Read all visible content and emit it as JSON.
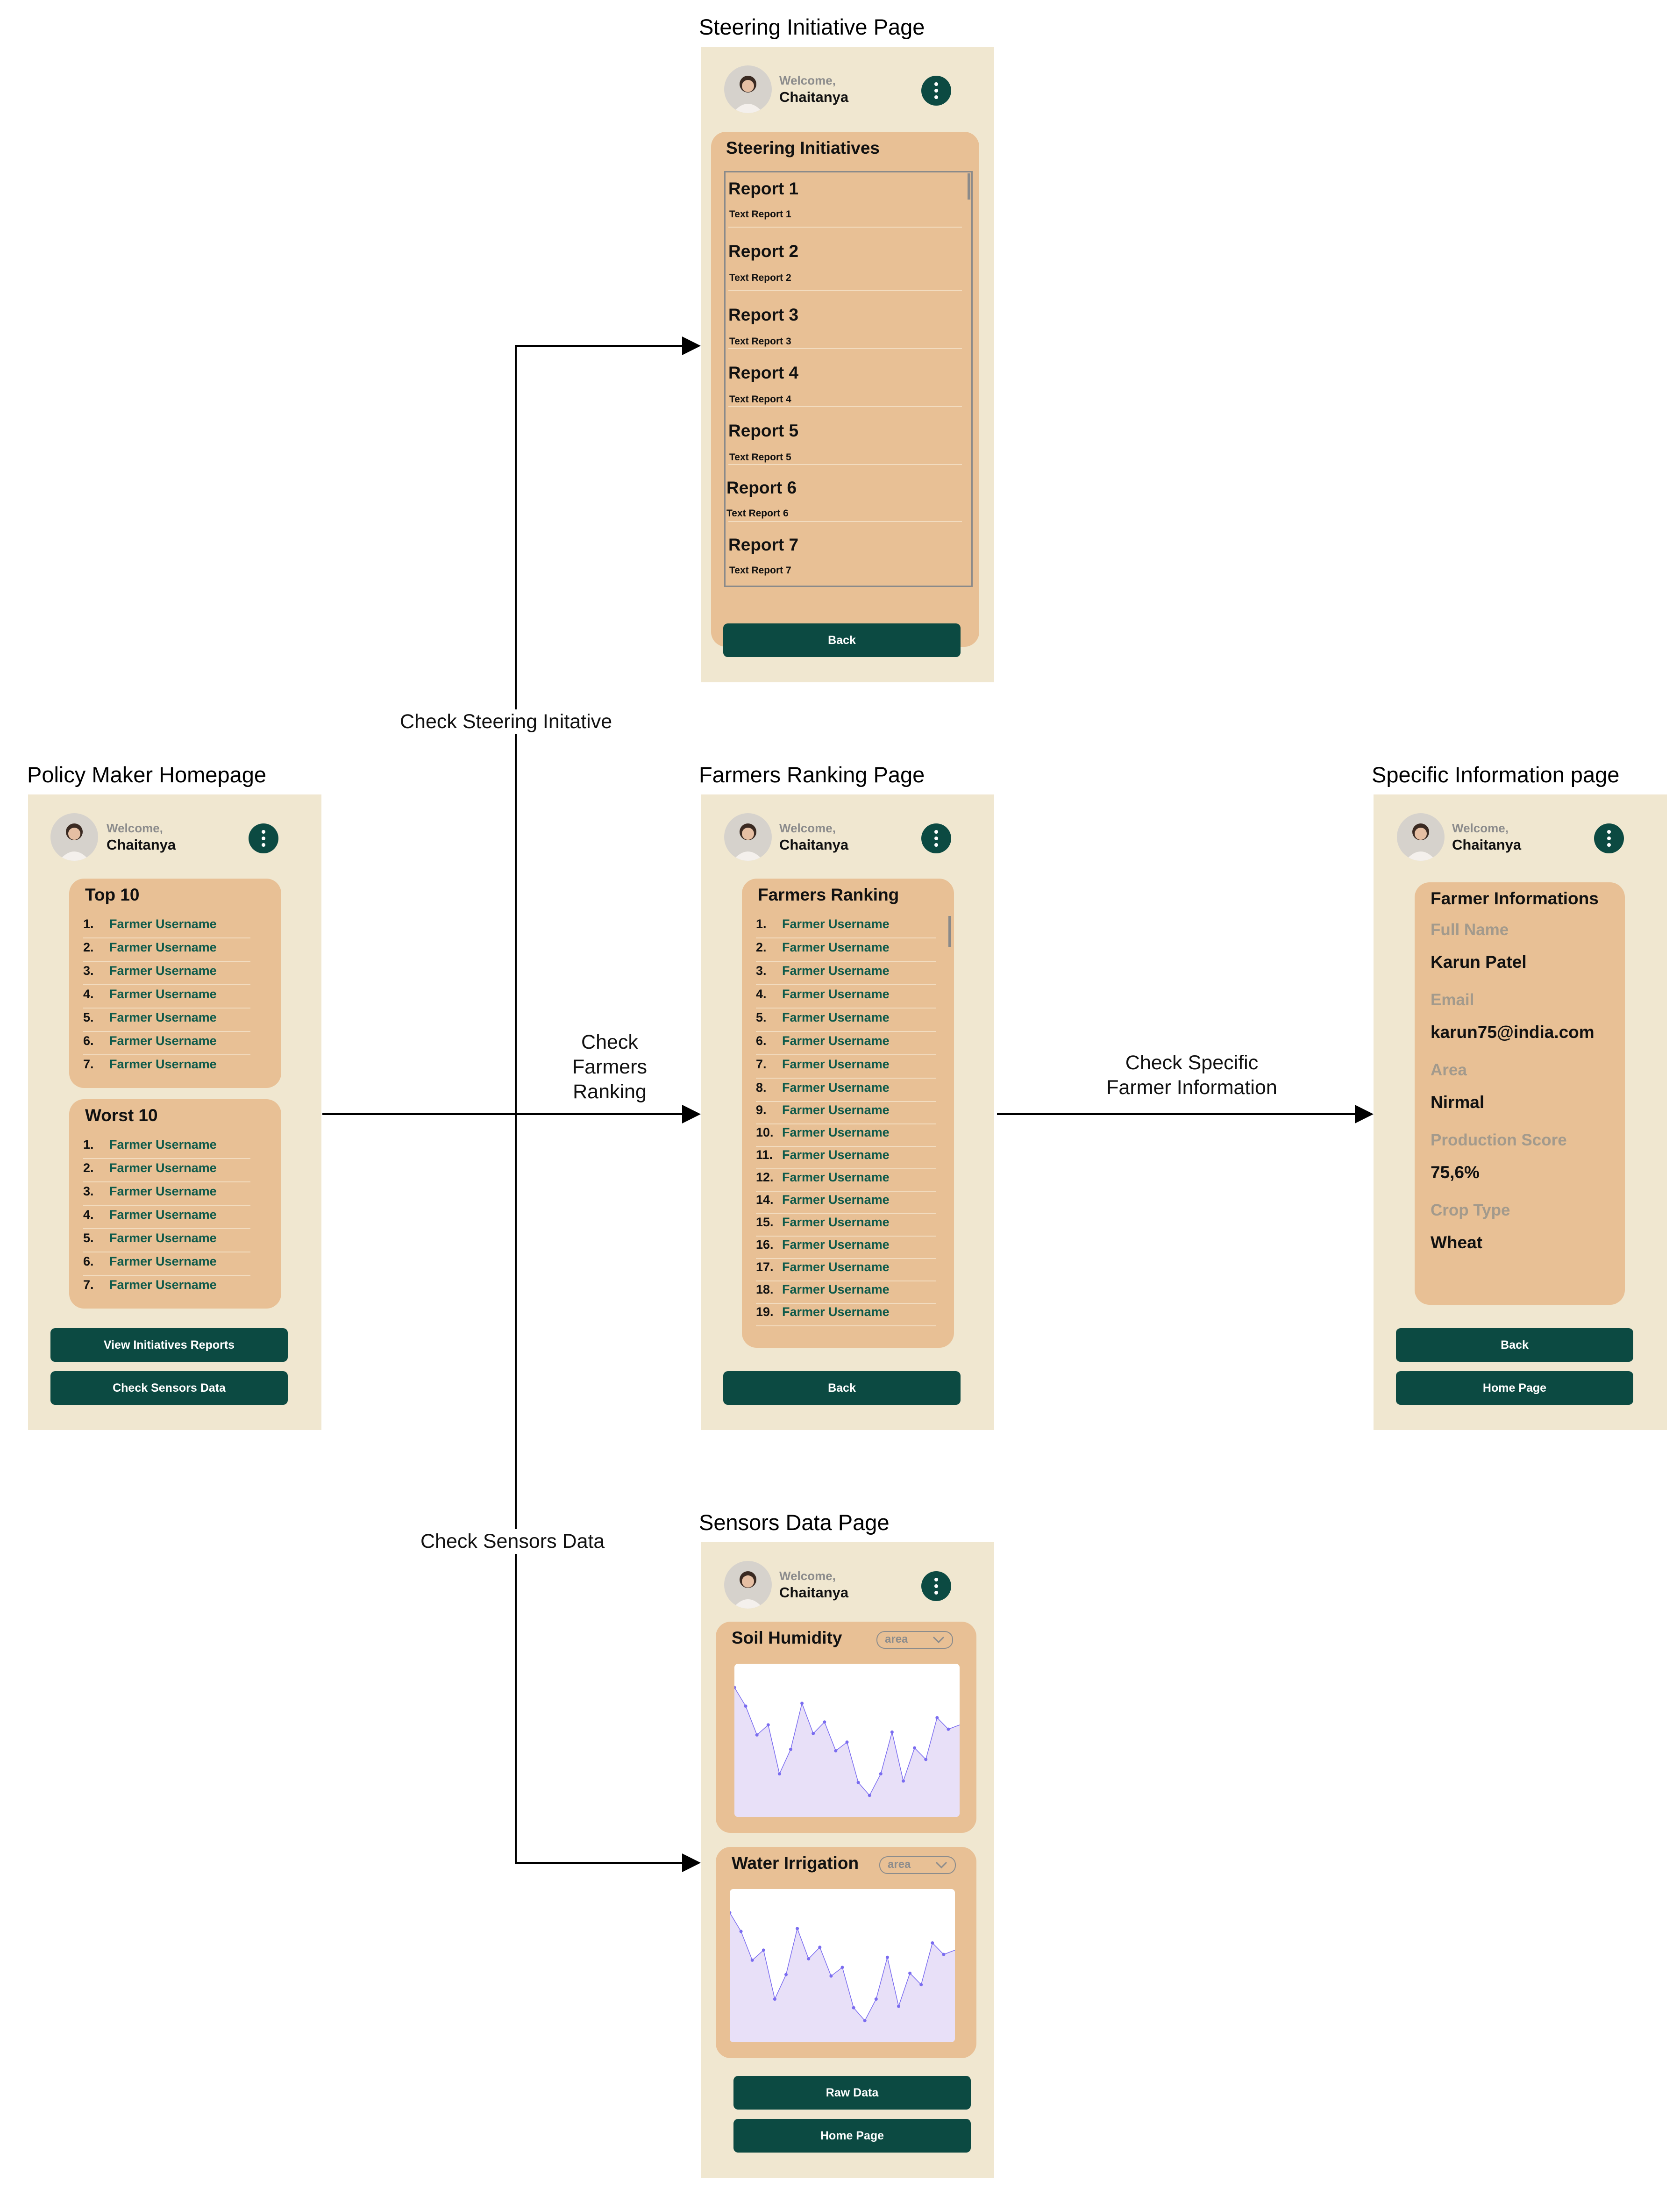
{
  "colors": {
    "screen_bg": "#f0e7d0",
    "card_bg": "#e8c095",
    "button_bg": "#0c4a42",
    "username_text": "#0e5a4a",
    "chart_fill": "#e8e0f8",
    "chart_line": "#7a6cf0"
  },
  "header": {
    "welcome": "Welcome,",
    "name": "Chaitanya",
    "avatar_icon": "user-avatar-icon",
    "menu_icon": "kebab-menu-icon"
  },
  "screens": {
    "homepage": {
      "title": "Policy Maker Homepage",
      "top_title": "Top 10",
      "worst_title": "Worst 10",
      "top_list": [
        {
          "num": "1.",
          "name": "Farmer Username"
        },
        {
          "num": "2.",
          "name": "Farmer Username"
        },
        {
          "num": "3.",
          "name": "Farmer Username"
        },
        {
          "num": "4.",
          "name": "Farmer Username"
        },
        {
          "num": "5.",
          "name": "Farmer Username"
        },
        {
          "num": "6.",
          "name": "Farmer Username"
        },
        {
          "num": "7.",
          "name": "Farmer Username"
        }
      ],
      "worst_list": [
        {
          "num": "1.",
          "name": "Farmer Username"
        },
        {
          "num": "2.",
          "name": "Farmer Username"
        },
        {
          "num": "3.",
          "name": "Farmer Username"
        },
        {
          "num": "4.",
          "name": "Farmer Username"
        },
        {
          "num": "5.",
          "name": "Farmer Username"
        },
        {
          "num": "6.",
          "name": "Farmer Username"
        },
        {
          "num": "7.",
          "name": "Farmer Username"
        }
      ],
      "btn_initiatives": "View Initiatives Reports",
      "btn_sensors": "Check Sensors Data"
    },
    "steering": {
      "title": "Steering Initiative Page",
      "card_title": "Steering Initiatives",
      "reports": [
        {
          "title": "Report 1",
          "text": "Text Report 1"
        },
        {
          "title": "Report 2",
          "text": "Text Report 2"
        },
        {
          "title": "Report 3",
          "text": "Text Report 3"
        },
        {
          "title": "Report 4",
          "text": "Text Report 4"
        },
        {
          "title": "Report 5",
          "text": "Text Report 5"
        },
        {
          "title": "Report 6",
          "text": "Text Report 6"
        },
        {
          "title": "Report 7",
          "text": "Text Report 7"
        }
      ],
      "btn_back": "Back"
    },
    "ranking": {
      "title": "Farmers Ranking Page",
      "card_title": "Farmers Ranking",
      "list": [
        {
          "num": "1.",
          "name": "Farmer Username"
        },
        {
          "num": "2.",
          "name": "Farmer Username"
        },
        {
          "num": "3.",
          "name": "Farmer Username"
        },
        {
          "num": "4.",
          "name": "Farmer Username"
        },
        {
          "num": "5.",
          "name": "Farmer Username"
        },
        {
          "num": "6.",
          "name": "Farmer Username"
        },
        {
          "num": "7.",
          "name": "Farmer Username"
        },
        {
          "num": "8.",
          "name": "Farmer Username"
        },
        {
          "num": "9.",
          "name": "Farmer Username"
        },
        {
          "num": "10.",
          "name": "Farmer Username"
        },
        {
          "num": "11.",
          "name": "Farmer Username"
        },
        {
          "num": "12.",
          "name": "Farmer Username"
        },
        {
          "num": "14.",
          "name": "Farmer Username"
        },
        {
          "num": "15.",
          "name": "Farmer Username"
        },
        {
          "num": "16.",
          "name": "Farmer Username"
        },
        {
          "num": "17.",
          "name": "Farmer Username"
        },
        {
          "num": "18.",
          "name": "Farmer Username"
        },
        {
          "num": "19.",
          "name": "Farmer Username"
        }
      ],
      "btn_back": "Back"
    },
    "specific": {
      "title": "Specific Information page",
      "card_title": "Farmer Informations",
      "fields": [
        {
          "label": "Full Name",
          "value": "Karun Patel"
        },
        {
          "label": "Email",
          "value": "karun75@india.com"
        },
        {
          "label": "Area",
          "value": "Nirmal"
        },
        {
          "label": "Production Score",
          "value": "75,6%"
        },
        {
          "label": "Crop Type",
          "value": "Wheat"
        }
      ],
      "btn_back": "Back",
      "btn_home": "Home Page"
    },
    "sensors": {
      "title": "Sensors Data Page",
      "soil_title": "Soil Humidity",
      "water_title": "Water Irrigation",
      "dropdown_value": "area",
      "btn_raw": "Raw Data",
      "btn_home": "Home Page"
    }
  },
  "edges": {
    "steering": "Check Steering Initative",
    "ranking_lines": [
      "Check",
      "Farmers",
      "Ranking"
    ],
    "specific_lines": [
      "Check Specific",
      "Farmer Information"
    ],
    "sensors": "Check Sensors Data"
  },
  "chart_data": [
    {
      "type": "area",
      "title": "Soil Humidity",
      "xlabel": "",
      "ylabel": "",
      "values": [
        90,
        77,
        57,
        64,
        30,
        47,
        79,
        58,
        66,
        46,
        52,
        24,
        15,
        30,
        59,
        25,
        48,
        40,
        69,
        61,
        64
      ]
    },
    {
      "type": "area",
      "title": "Water Irrigation",
      "xlabel": "",
      "ylabel": "",
      "values": [
        90,
        77,
        57,
        64,
        30,
        47,
        79,
        58,
        66,
        46,
        52,
        24,
        15,
        30,
        59,
        25,
        48,
        40,
        69,
        61,
        64
      ]
    }
  ]
}
